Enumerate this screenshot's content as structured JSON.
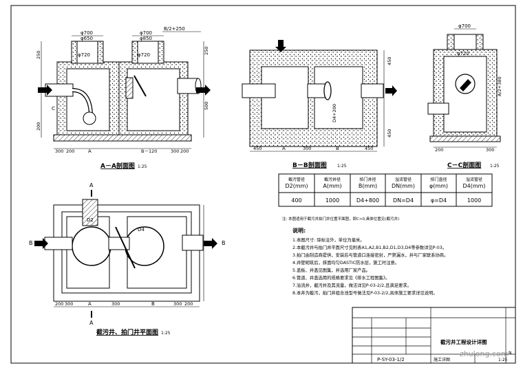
{
  "views": {
    "section_aa": {
      "title": "A－A剖面图",
      "scale": "1:25"
    },
    "section_bb": {
      "title": "B－B剖面图",
      "scale": "1:25"
    },
    "section_cc": {
      "title": "C－C剖面图",
      "scale": "1:25"
    },
    "plan": {
      "title": "截污井、拍门井平面图",
      "scale": "1:25"
    }
  },
  "dims": {
    "phi700_a": "φ700",
    "phi650": "φ650",
    "phi700_b": "φ700",
    "phi850": "φ850",
    "b_formula": "B/2+250",
    "phi720_a": "φ720",
    "phi720_b": "φ720",
    "v250": "250",
    "v250_b": "250",
    "v500": "500",
    "v200": "200",
    "b120": "B－120",
    "bottom_300": "300",
    "bottom_200": "200",
    "bottom_300b": "300",
    "bottom_200b": "200",
    "bb_450a": "450",
    "bb_a": "A",
    "bb_300": "300",
    "bb_b": "B",
    "bb_450b": "450",
    "bb_d4": "D4+200",
    "bb_r450": "450",
    "bb_r450b": "450",
    "cc_phi700": "φ700",
    "cc_phi720": "φ720",
    "cc_200": "200",
    "cc_300": "300",
    "cc_a1": "A/2+380",
    "plan_200a": "200",
    "plan_300a": "300",
    "plan_a": "A",
    "plan_300b": "300",
    "plan_b": "B",
    "plan_300c": "300",
    "plan_200b": "200",
    "plan_d2": "D2",
    "plan_d4": "D4"
  },
  "markers": {
    "a": "A",
    "b": "B",
    "c": "C"
  },
  "table": {
    "headers": [
      [
        "截污管径",
        "D2(mm)"
      ],
      [
        "截污井径",
        "A(mm)"
      ],
      [
        "拍门井径",
        "B(mm)"
      ],
      [
        "溢流管径",
        "DN(mm)"
      ],
      [
        "拍门直径",
        "φ(mm)"
      ],
      [
        "溢流管径",
        "D4(mm)"
      ]
    ],
    "row": [
      "400",
      "1000",
      "D4+800",
      "DN=D4",
      "φ=D4",
      "1000"
    ]
  },
  "notes": {
    "title": "说明:",
    "line0": "注: 本图适用于截污井拍门井位置平面图，即C>0,具体位置见(截污井)",
    "items": [
      "1.本图尺寸: 除标注外，单位为毫米。",
      "2.本截污井与拍门井平面尺寸见附表A1,A2,B1,B2,D1,D3,D4等参数详见P-03。",
      "3.拍门由制造商提供，安装后与管道口连接密封，严禁漏水，并与厂家联系协商。",
      "4.井壁砌筑后，抹面均匀DASTIC防水层，施工时注意。",
      "5.盖板、井盖见图集，并选用厂家产品。",
      "6.管道、井盖选用的规格要求见《排水工程图集》。",
      "7.溢流井，截污井及其流量，做法详见P-03-2/2,且满足要求。",
      "8.本井为截污，拍门井组合池型号做法见P-03-2/2,具体施工要求详见说明。"
    ]
  },
  "title_block": {
    "drawing_title": "截污井工程设计详图",
    "drawing_no": "P-SY-03-1/2",
    "scale": "1:25",
    "rev": "N",
    "sheet_label": "施工详图"
  },
  "watermark": "zhulong.com"
}
